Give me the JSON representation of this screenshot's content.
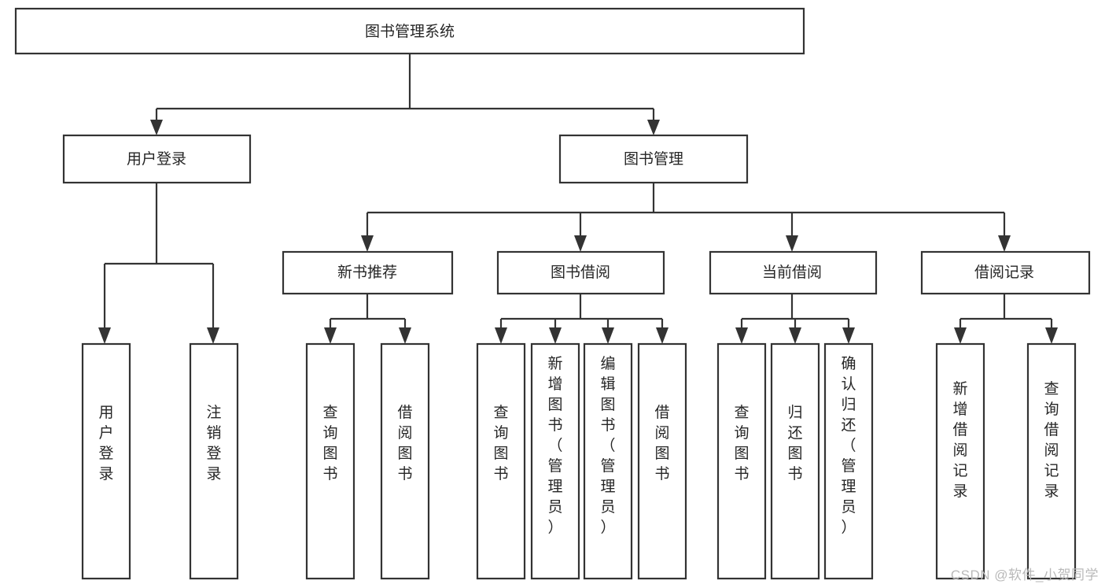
{
  "diagram": {
    "type": "tree-hierarchy",
    "title": "图书管理系统",
    "root": {
      "id": "root",
      "label": "图书管理系统"
    },
    "level2": [
      {
        "id": "user-login",
        "label": "用户登录"
      },
      {
        "id": "book-manage",
        "label": "图书管理"
      }
    ],
    "level3": [
      {
        "id": "new-book-recommend",
        "label": "新书推荐",
        "parent": "book-manage"
      },
      {
        "id": "book-borrow",
        "label": "图书借阅",
        "parent": "book-manage"
      },
      {
        "id": "current-borrow",
        "label": "当前借阅",
        "parent": "book-manage"
      },
      {
        "id": "borrow-record",
        "label": "借阅记录",
        "parent": "book-manage"
      }
    ],
    "leaves": {
      "user-login": [
        {
          "id": "leaf-user-login",
          "label": "用户登录"
        },
        {
          "id": "leaf-user-logout",
          "label": "注销登录"
        }
      ],
      "new-book-recommend": [
        {
          "id": "leaf-query-book-1",
          "label": "查询图书"
        },
        {
          "id": "leaf-borrow-book-1",
          "label": "借阅图书"
        }
      ],
      "book-borrow": [
        {
          "id": "leaf-query-book-2",
          "label": "查询图书"
        },
        {
          "id": "leaf-add-book",
          "label": "新增图书（管理员）"
        },
        {
          "id": "leaf-edit-book",
          "label": "编辑图书（管理员）"
        },
        {
          "id": "leaf-borrow-book-2",
          "label": "借阅图书"
        }
      ],
      "current-borrow": [
        {
          "id": "leaf-query-book-3",
          "label": "查询图书"
        },
        {
          "id": "leaf-return-book",
          "label": "归还图书"
        },
        {
          "id": "leaf-confirm-return",
          "label": "确认归还（管理员）"
        }
      ],
      "borrow-record": [
        {
          "id": "leaf-add-record",
          "label": "新增借阅记录"
        },
        {
          "id": "leaf-query-record",
          "label": "查询借阅记录"
        }
      ]
    },
    "colors": {
      "stroke": "#333333",
      "fill": "#ffffff",
      "text": "#262626",
      "watermark": "#b9b9b9"
    }
  },
  "watermark": {
    "text": "CSDN @软件_小贺同学"
  }
}
